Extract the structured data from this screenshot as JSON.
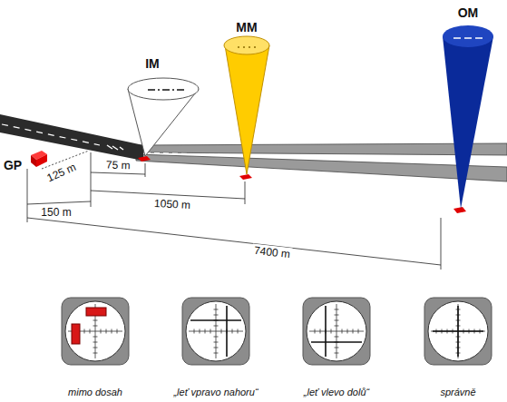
{
  "diagram": {
    "nodes": [
      {
        "text": [
          "GP"
        ]
      },
      {
        "text": [
          "IM"
        ]
      },
      {
        "text": [
          "MM"
        ]
      },
      {
        "text": [
          "OM"
        ]
      },
      {
        "text": [
          "mimo dosah"
        ]
      },
      {
        "text": [
          "„leť vpravo nahoru“"
        ]
      },
      {
        "text": [
          "„leť vlevo dolů“"
        ]
      },
      {
        "text": [
          "správně"
        ]
      }
    ],
    "labels": [
      "125 m",
      "75 m",
      "150 m",
      "1050 m",
      "7400 m"
    ]
  }
}
